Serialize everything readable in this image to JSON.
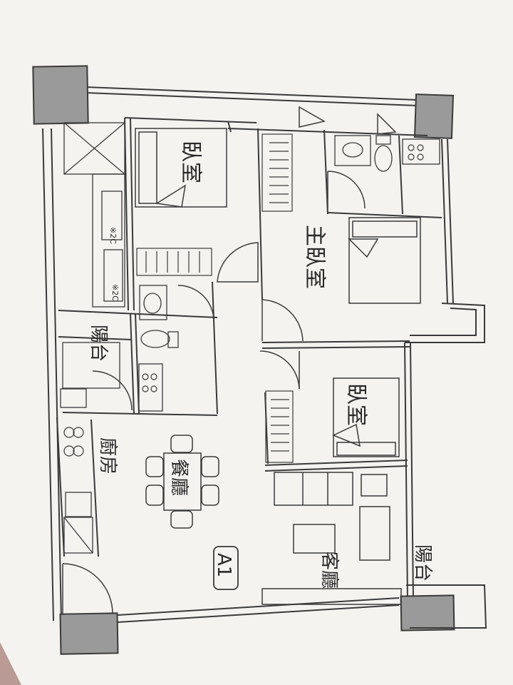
{
  "plan": {
    "unit_code": "A1",
    "rooms": {
      "bedroom_top": "臥室",
      "master_bedroom": "主臥室",
      "bedroom_right": "臥室",
      "balcony_left": "陽台",
      "kitchen": "廚房",
      "dining_room": "餐廳",
      "living_room": "客廳",
      "balcony_right": "陽台"
    },
    "ac_tags": {
      "tag_1": "※2C",
      "tag_2": "※2C"
    },
    "colors": {
      "paper": "#f4f3ef",
      "line": "#3a3a3a",
      "column": "#9a9a9a",
      "background": "#b99a94"
    }
  }
}
